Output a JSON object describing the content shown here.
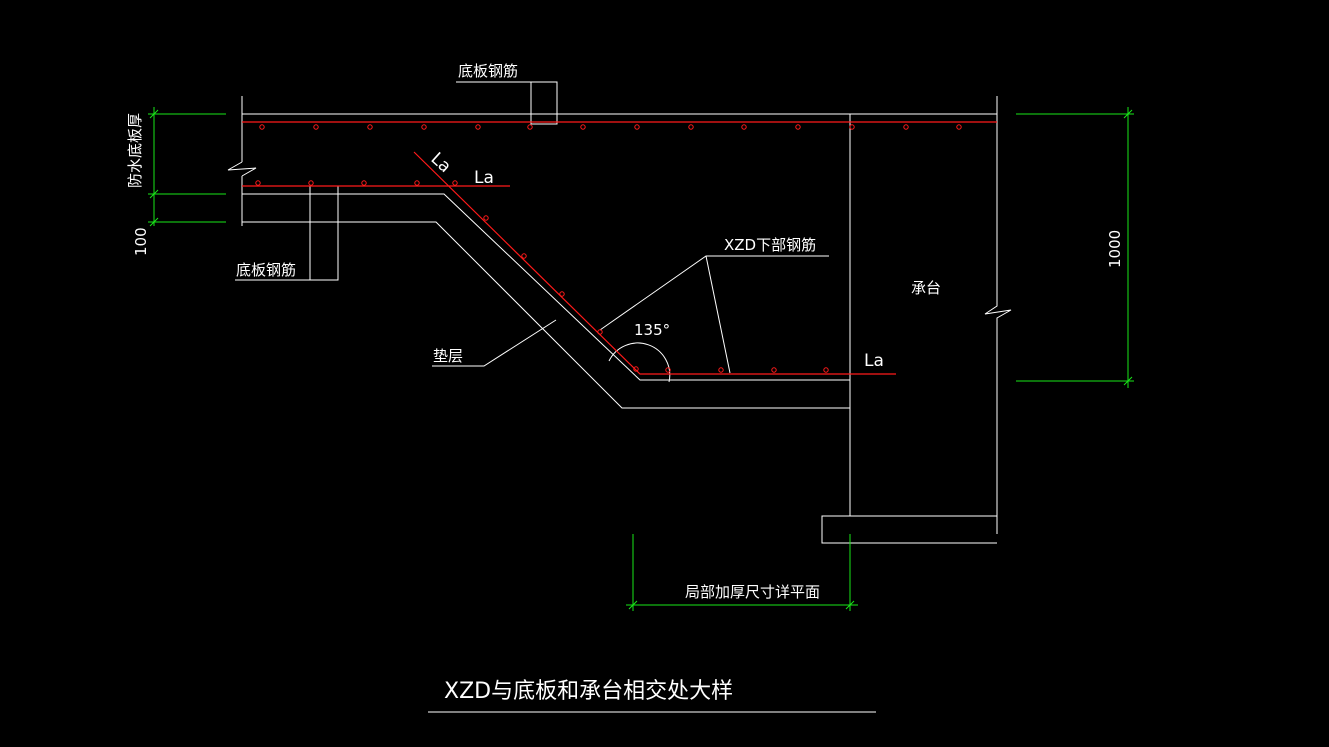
{
  "labels": {
    "bottom_slab_rebar_top": "底板钢筋",
    "bottom_slab_rebar_left": "底板钢筋",
    "waterproof_thickness": "防水底板厚",
    "dim_100": "100",
    "la_diagonal": "La",
    "la_top": "La",
    "la_right": "La",
    "xzd_lower_rebar": "XZD下部钢筋",
    "angle_135": "135°",
    "cushion_layer": "垫层",
    "pile_cap": "承台",
    "dim_1000": "1000",
    "local_thickening": "局部加厚尺寸详平面",
    "title": "XZD与底板和承台相交处大样"
  },
  "colors": {
    "background": "#000000",
    "outline": "#ffffff",
    "rebar": "#ff1a1a",
    "dimension": "#19e619"
  }
}
